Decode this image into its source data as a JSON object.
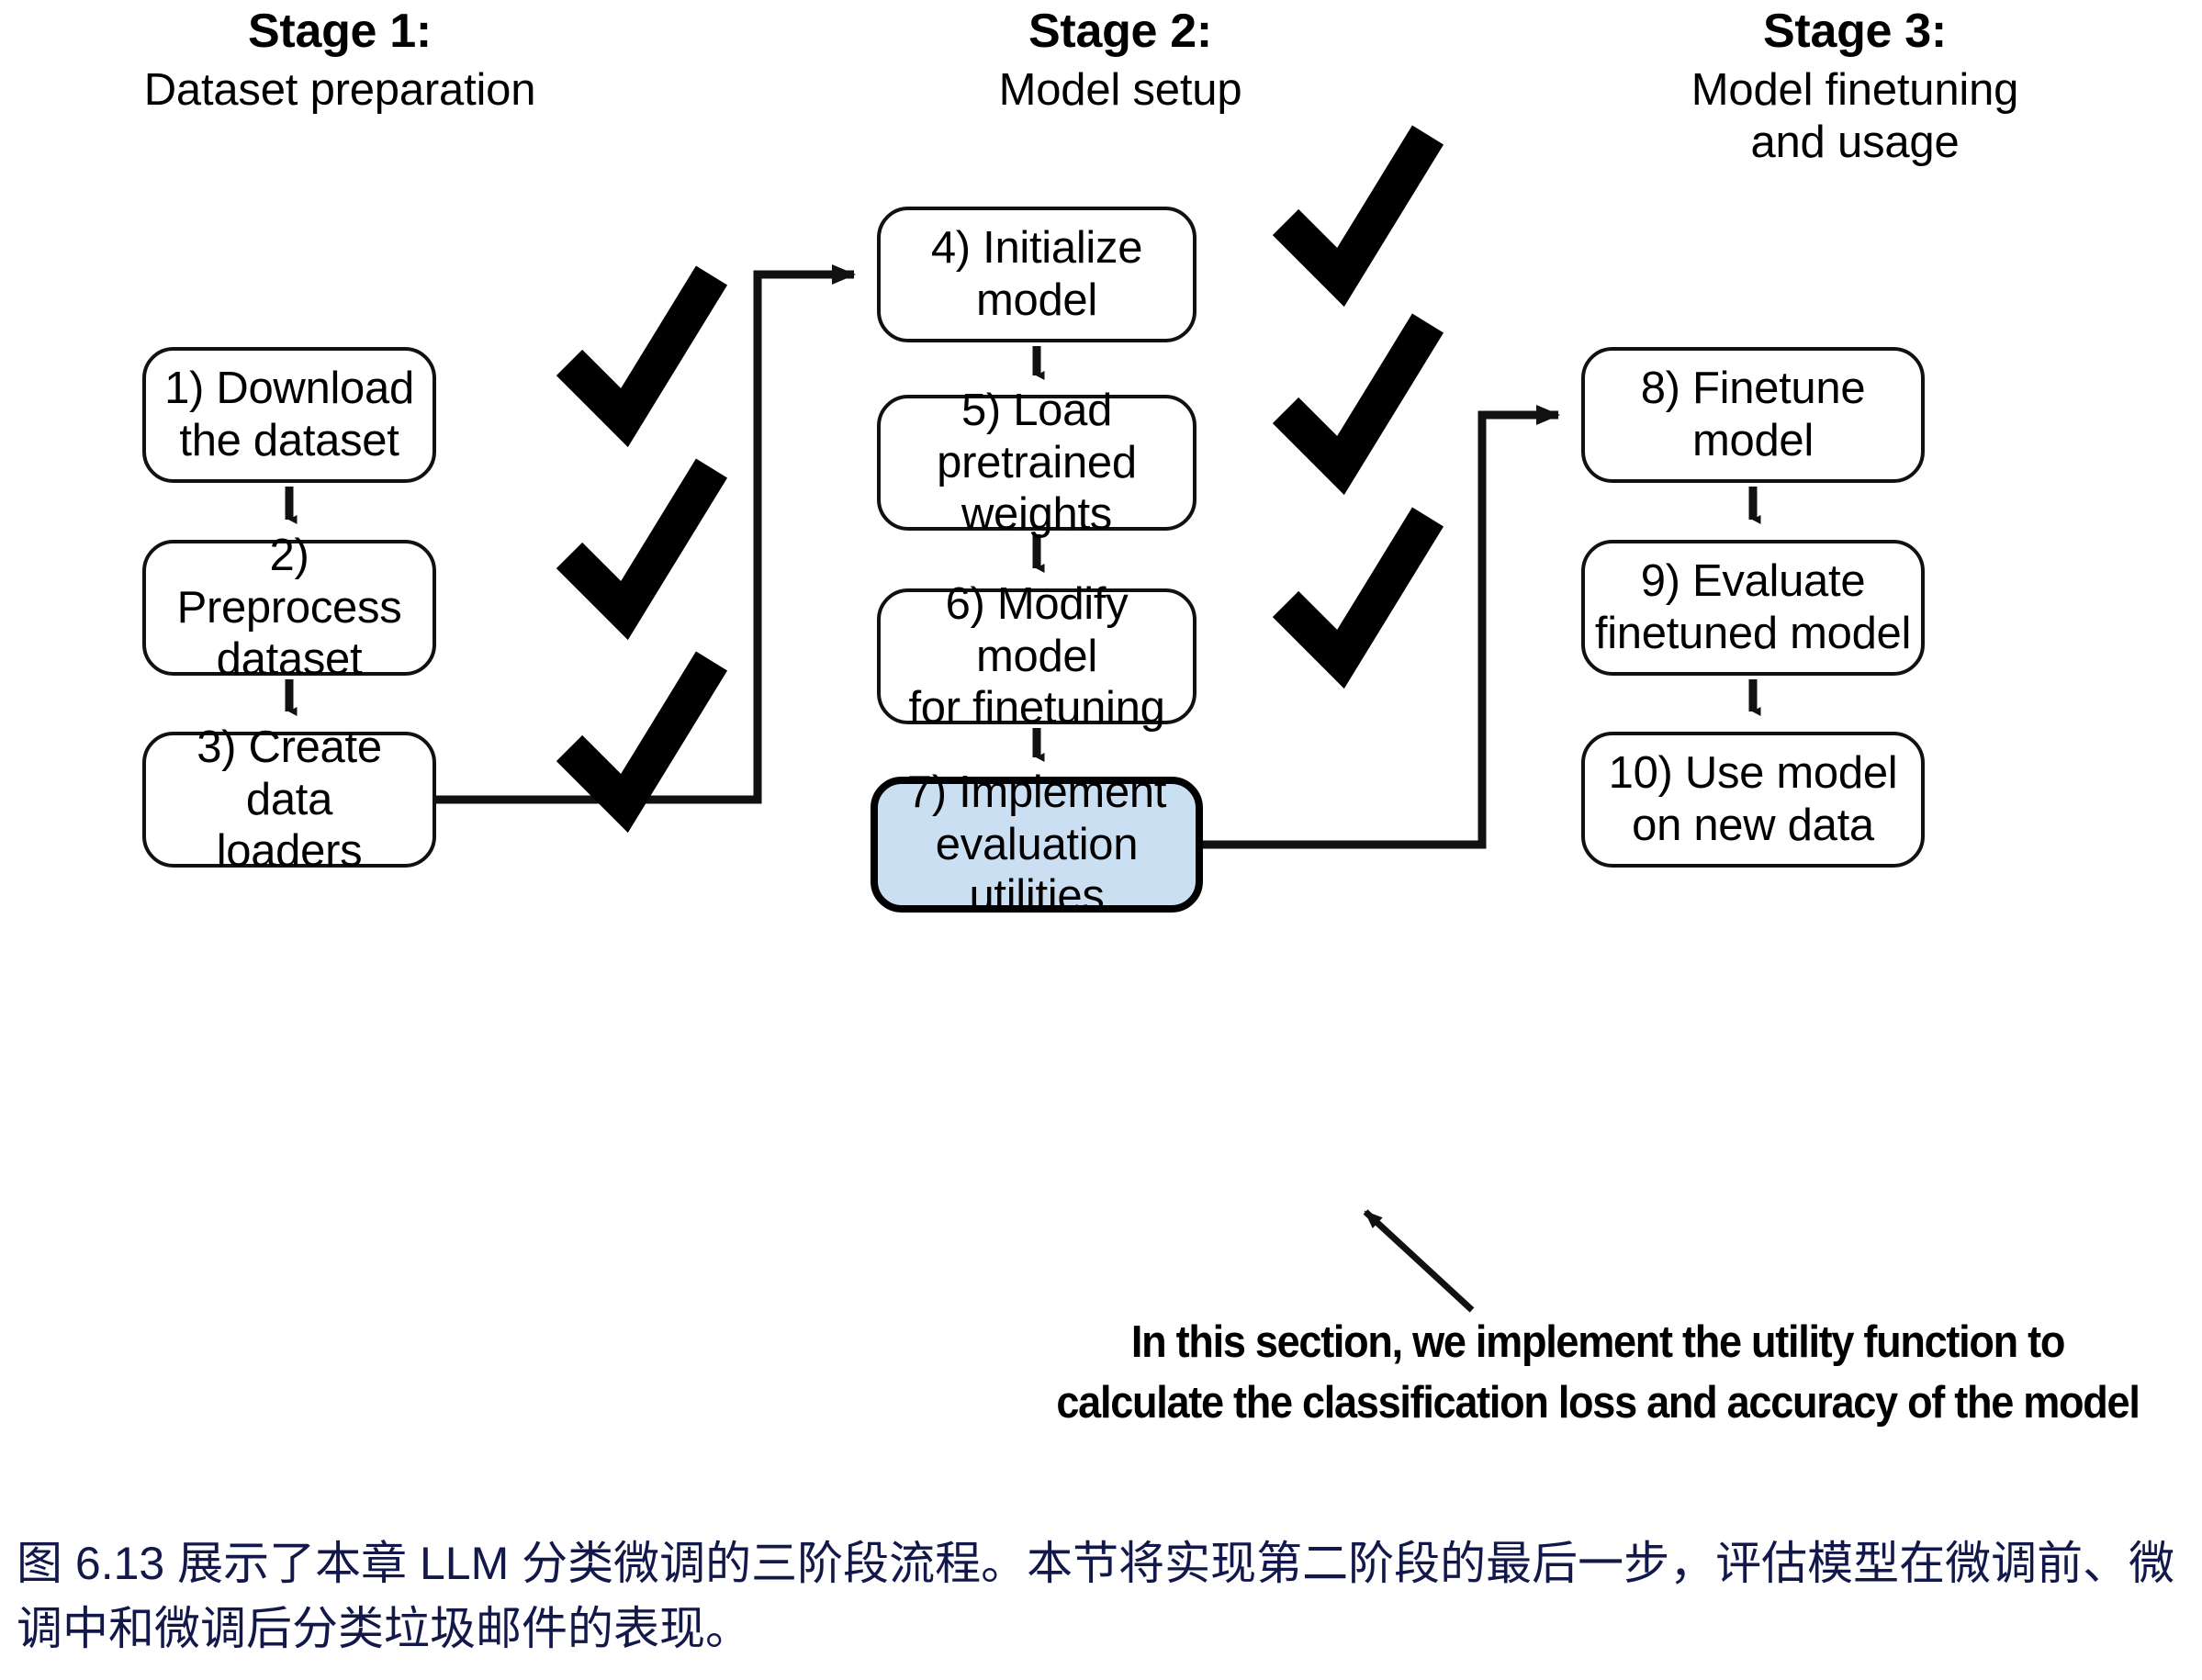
{
  "figure": {
    "kind": "three-stage-flowchart",
    "stages": [
      {
        "id": "stage-1",
        "title": "Stage 1:",
        "subtitle": "Dataset preparation",
        "steps": [
          {
            "number": "1",
            "label": "1) Download\nthe dataset",
            "done": true,
            "highlighted": false
          },
          {
            "number": "2",
            "label": "2) Preprocess\ndataset",
            "done": true,
            "highlighted": false
          },
          {
            "number": "3",
            "label": "3) Create data\nloaders",
            "done": true,
            "highlighted": false
          }
        ]
      },
      {
        "id": "stage-2",
        "title": "Stage 2:",
        "subtitle": "Model setup",
        "steps": [
          {
            "number": "4",
            "label": "4) Initialize\nmodel",
            "done": true,
            "highlighted": false
          },
          {
            "number": "5",
            "label": "5) Load pretrained\nweights",
            "done": true,
            "highlighted": false
          },
          {
            "number": "6",
            "label": "6) Modify model\nfor finetuning",
            "done": true,
            "highlighted": false
          },
          {
            "number": "7",
            "label": "7) Implement\nevaluation utilities",
            "done": false,
            "highlighted": true
          }
        ]
      },
      {
        "id": "stage-3",
        "title": "Stage 3:",
        "subtitle": "Model finetuning\nand usage",
        "steps": [
          {
            "number": "8",
            "label": "8) Finetune model",
            "done": false,
            "highlighted": false
          },
          {
            "number": "9",
            "label": "9) Evaluate\nfinetuned model",
            "done": false,
            "highlighted": false
          },
          {
            "number": "10",
            "label": "10) Use model\non new data",
            "done": false,
            "highlighted": false
          }
        ]
      }
    ],
    "annotation": {
      "line1": "In this section, we implement the utility function to",
      "line2": "calculate the classification loss and accuracy of the model",
      "points_to": "7) Implement evaluation utilities"
    },
    "caption": "图 6.13 展示了本章 LLM 分类微调的三阶段流程。本节将实现第二阶段的最后一步，评估模型在微调前、微调中和微调后分类垃圾邮件的表现。",
    "colors": {
      "highlight_fill": "#cbdff2",
      "stroke": "#111111",
      "text": "#000000",
      "caption_text": "#12184a",
      "background": "#ffffff"
    },
    "icons": {
      "check": "checkmark-icon",
      "arrow_down": "arrow-down-icon",
      "arrow_right": "arrow-right-icon",
      "pointer": "pointer-arrow-icon"
    }
  }
}
